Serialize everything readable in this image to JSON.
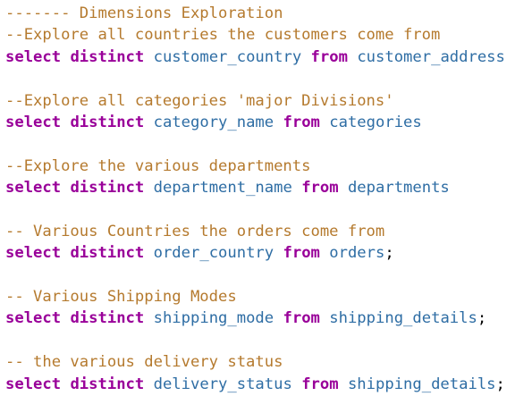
{
  "editor": {
    "lines": [
      [
        {
          "t": "------- Dimensions Exploration",
          "c": "comment"
        }
      ],
      [
        {
          "t": "--Explore all countries the customers come from",
          "c": "comment"
        }
      ],
      [
        {
          "t": "select",
          "c": "kw"
        },
        {
          "t": " ",
          "c": "punct"
        },
        {
          "t": "distinct",
          "c": "kw"
        },
        {
          "t": " ",
          "c": "punct"
        },
        {
          "t": "customer_country",
          "c": "ident"
        },
        {
          "t": " ",
          "c": "punct"
        },
        {
          "t": "from",
          "c": "kw"
        },
        {
          "t": " ",
          "c": "punct"
        },
        {
          "t": "customer_address",
          "c": "ident"
        }
      ],
      [],
      [
        {
          "t": "--Explore all categories 'major Divisions'",
          "c": "comment"
        }
      ],
      [
        {
          "t": "select",
          "c": "kw"
        },
        {
          "t": " ",
          "c": "punct"
        },
        {
          "t": "distinct",
          "c": "kw"
        },
        {
          "t": " ",
          "c": "punct"
        },
        {
          "t": "category_name",
          "c": "ident"
        },
        {
          "t": " ",
          "c": "punct"
        },
        {
          "t": "from",
          "c": "kw"
        },
        {
          "t": " ",
          "c": "punct"
        },
        {
          "t": "categories",
          "c": "ident"
        }
      ],
      [],
      [
        {
          "t": "--Explore the various departments",
          "c": "comment"
        }
      ],
      [
        {
          "t": "select",
          "c": "kw"
        },
        {
          "t": " ",
          "c": "punct"
        },
        {
          "t": "distinct",
          "c": "kw"
        },
        {
          "t": " ",
          "c": "punct"
        },
        {
          "t": "department_name",
          "c": "ident"
        },
        {
          "t": " ",
          "c": "punct"
        },
        {
          "t": "from",
          "c": "kw"
        },
        {
          "t": " ",
          "c": "punct"
        },
        {
          "t": "departments",
          "c": "ident"
        }
      ],
      [],
      [
        {
          "t": "-- Various Countries the orders come from",
          "c": "comment"
        }
      ],
      [
        {
          "t": "select",
          "c": "kw"
        },
        {
          "t": " ",
          "c": "punct"
        },
        {
          "t": "distinct",
          "c": "kw"
        },
        {
          "t": " ",
          "c": "punct"
        },
        {
          "t": "order_country",
          "c": "ident"
        },
        {
          "t": " ",
          "c": "punct"
        },
        {
          "t": "from",
          "c": "kw"
        },
        {
          "t": " ",
          "c": "punct"
        },
        {
          "t": "orders",
          "c": "ident"
        },
        {
          "t": ";",
          "c": "punct"
        }
      ],
      [],
      [
        {
          "t": "-- Various Shipping Modes",
          "c": "comment"
        }
      ],
      [
        {
          "t": "select",
          "c": "kw"
        },
        {
          "t": " ",
          "c": "punct"
        },
        {
          "t": "distinct",
          "c": "kw"
        },
        {
          "t": " ",
          "c": "punct"
        },
        {
          "t": "shipping_mode",
          "c": "ident"
        },
        {
          "t": " ",
          "c": "punct"
        },
        {
          "t": "from",
          "c": "kw"
        },
        {
          "t": " ",
          "c": "punct"
        },
        {
          "t": "shipping_details",
          "c": "ident"
        },
        {
          "t": ";",
          "c": "punct"
        }
      ],
      [],
      [
        {
          "t": "-- the various delivery status",
          "c": "comment"
        }
      ],
      [
        {
          "t": "select",
          "c": "kw"
        },
        {
          "t": " ",
          "c": "punct"
        },
        {
          "t": "distinct",
          "c": "kw"
        },
        {
          "t": " ",
          "c": "punct"
        },
        {
          "t": "delivery_status",
          "c": "ident"
        },
        {
          "t": " ",
          "c": "punct"
        },
        {
          "t": "from",
          "c": "kw"
        },
        {
          "t": " ",
          "c": "punct"
        },
        {
          "t": "shipping_details",
          "c": "ident"
        },
        {
          "t": ";",
          "c": "punct"
        }
      ]
    ]
  },
  "colors": {
    "comment": "#b57a2e",
    "keyword": "#990099",
    "identifier": "#2e6da4",
    "text": "#000000",
    "background": "#ffffff"
  }
}
